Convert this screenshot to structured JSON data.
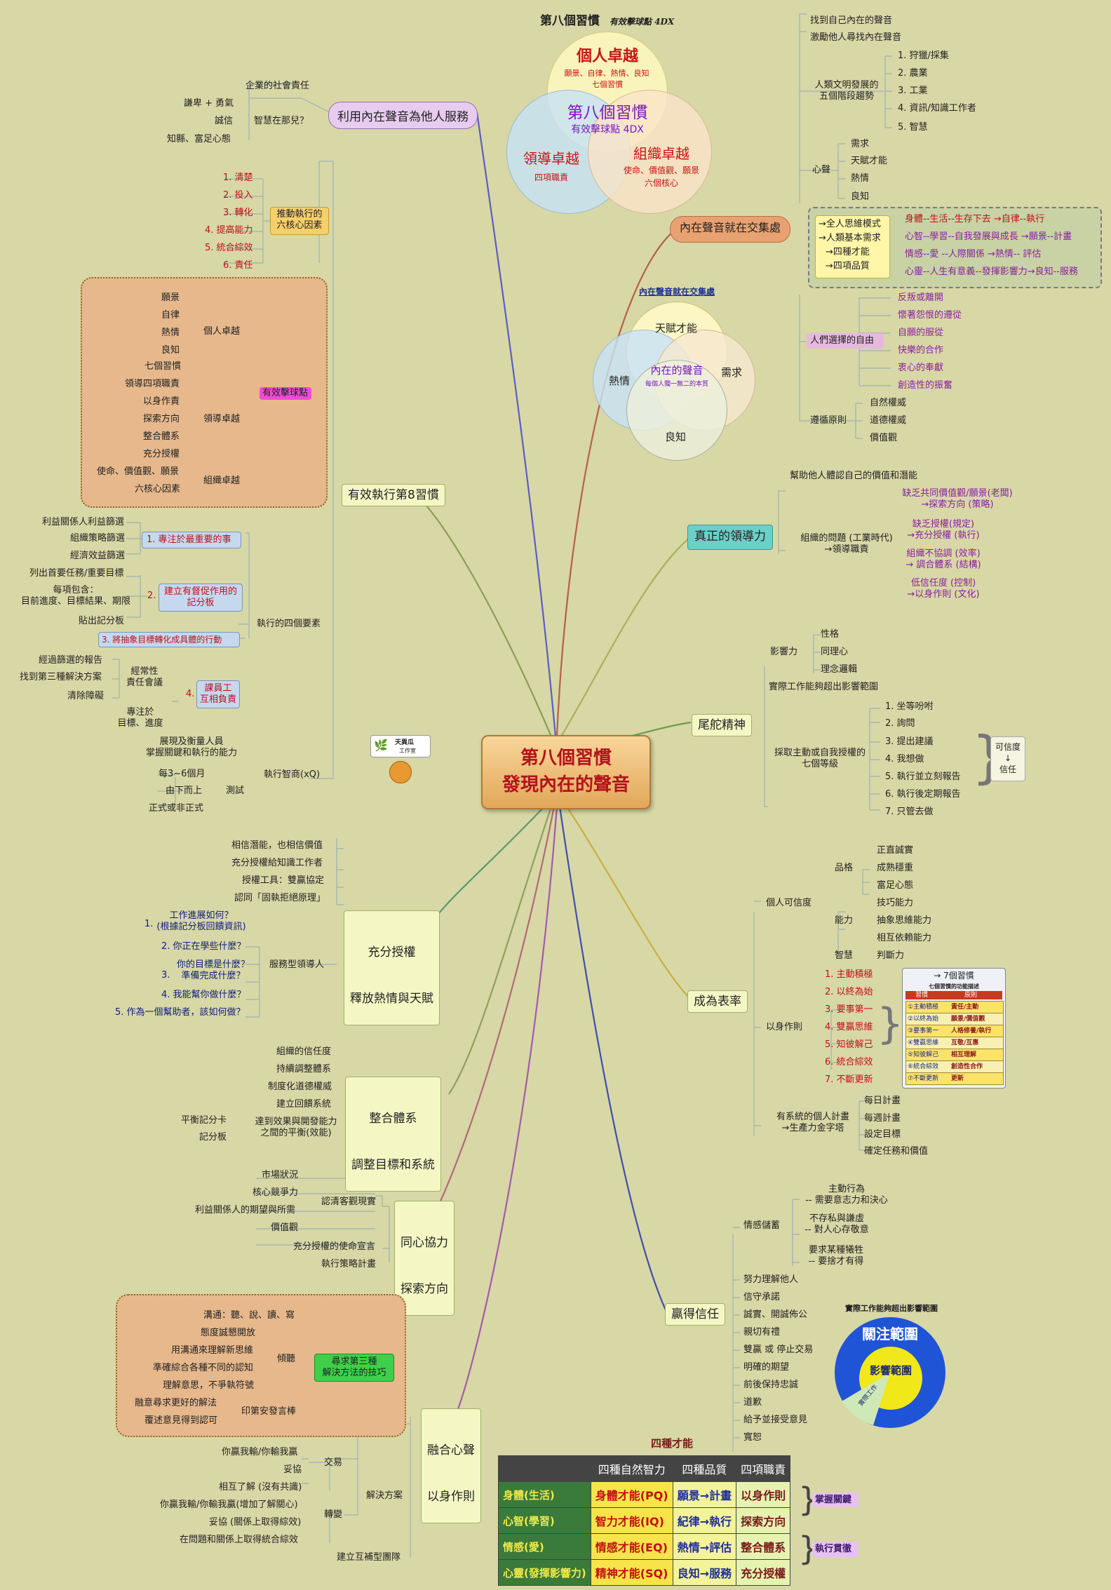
{
  "title": {
    "main": "第八個習慣",
    "sub": "有效擊球點 4DX"
  },
  "center": {
    "line1": "第八個習慣",
    "line2": "發現內在的聲音"
  },
  "logo": {
    "text1": "天異瓜",
    "text2": "工作室"
  },
  "venn_top": {
    "personal": {
      "title": "個人卓越",
      "sub1": "願景、自律、熱情、良知",
      "sub2": "七個習慣"
    },
    "leader": {
      "title": "領導卓越",
      "sub": "四項職責"
    },
    "org": {
      "title": "組織卓越",
      "sub1": "使命、價值觀、願景",
      "sub2": "六個核心"
    },
    "center": {
      "title": "第八個習慣",
      "sub": "有效擊球點 4DX"
    }
  },
  "venn_mid": {
    "title": "內在聲音就在交集處",
    "top": "天賦才能",
    "left": "熱情",
    "right": "需求",
    "bottom": "良知",
    "center1": "內在的聲音",
    "center2": "每個人獨一無二的本質"
  },
  "branches": {
    "serve": "利用內在聲音為他人服務",
    "voice": "內在聲音就在交集處",
    "exec8": "有效執行第8習慣",
    "leader": "真正的領導力",
    "tail": "尾舵精神",
    "delegate1": "充分授權",
    "delegate2": "釋放熱情與天賦",
    "model": "成為表率",
    "integrate1": "整合體系",
    "integrate2": "調整目標和系統",
    "align1": "同心協力",
    "align2": "探索方向",
    "trust": "贏得信任",
    "blend1": "融合心聲",
    "blend2": "以身作則"
  },
  "serve": {
    "social": "企業的社會責任",
    "wisdom": "智慧在那兒？",
    "humble": "謙卑 + 勇氣",
    "honest": "誠信",
    "know": "知縣、富足心態"
  },
  "voice_side": {
    "find": "找到自己內在的聲音",
    "inspire": "激勵他人尋找內在聲音",
    "civ": "人類文明發展的\n五個階段趨勢",
    "civ_items": [
      "1. 狩獵/採集",
      "2. 農業",
      "3. 工業",
      "4. 資訊/知識工作者",
      "5. 智慧"
    ],
    "heart": "心聲",
    "heart_items": [
      "需求",
      "天賦才能",
      "熱情",
      "良知"
    ],
    "model_box": [
      "→全人思維模式",
      "→人類基本需求",
      "→四種才能",
      "→四項品質"
    ],
    "model_lines": [
      "身體--生活--生存下去 →自律--執行",
      "心智--學習--自我發展與成長 →願景--計畫",
      "情感--愛 --人際關係 →熱情-- 評估",
      "心靈--人生有意義--發揮影響力→良知--服務"
    ],
    "choice": "人們選擇的自由",
    "choice_items": [
      "反叛或離開",
      "懷著怨恨的遵從",
      "自願的服從",
      "快樂的合作",
      "衷心的奉獻",
      "創造性的振奮"
    ],
    "principle": "遵循原則",
    "principle_items": [
      "自然權威",
      "道德權威",
      "價值觀"
    ]
  },
  "exec8": {
    "six_title": "推動執行的\n六核心因素",
    "six": [
      "1. 清楚",
      "2. 投入",
      "3. 轉化",
      "4. 提高能力",
      "5. 統合綜效",
      "6. 責任"
    ],
    "sweet": "有效擊球點",
    "personal": "個人卓越",
    "personal_items": [
      "願景",
      "自律",
      "熱情",
      "良知",
      "七個習慣"
    ],
    "leader": "領導卓越",
    "leader_items": [
      "領導四項職責",
      "以身作責",
      "探索方向",
      "整合體系",
      "充分授權"
    ],
    "org": "組織卓越",
    "org_items": [
      "使命、價值觀、願景",
      "六核心因素"
    ],
    "four": "執行的四個要素",
    "f1": "1. 專注於最重要的事",
    "f1_items": [
      "利益關係人利益篩選",
      "組織策略篩選",
      "經濟效益篩選"
    ],
    "f2": "建立有督促作用的\n記分板",
    "f2_num": "2.",
    "f2_items": [
      "列出首要任務/重要目標",
      "每項包含：\n目前進度、目標結果、期限",
      "貼出記分板"
    ],
    "f3": "3. 將抽象目標轉化成具體的行動",
    "f4": "課員工\n互相負責",
    "f4_num": "4.",
    "f4_meet": "經常性\n責任會議",
    "f4_items": [
      "經過篩選的報告",
      "找到第三種解決方案",
      "清除障礙"
    ],
    "f4_focus": "專注於\n目標、進度",
    "xq": "執行智商(xQ)",
    "xq_items": [
      "展現及衡量人員\n掌握關鍵和執行的能力",
      "每3~6個月",
      "由下而上",
      "正式或非正式"
    ],
    "xq_test": "測試"
  },
  "leader": {
    "help": "幫助他人體認自己的價值和潛能",
    "org_q": "組織的問題 (工業時代)\n→領導職責",
    "items": [
      "缺乏共同價值觀/願景(老闆)\n→探索方向 (策略)",
      "缺乏授權(規定)\n→充分授權 (執行)",
      "組織不協調 (效率)\n→ 調合體系 (結構)",
      "低信任度 (控制)\n→以身作則 (文化)"
    ]
  },
  "tail": {
    "influence": "影響力",
    "influence_items": [
      "性格",
      "同理心",
      "理念邏輯"
    ],
    "beyond": "實際工作能夠超出影響範圍",
    "initiative": "採取主動或自我授權的\n七個等級",
    "levels": [
      "1. 坐等吩咐",
      "2. 詢問",
      "3. 提出建議",
      "4. 我想做",
      "5. 執行並立刻報告",
      "6. 執行後定期報告",
      "7. 只管去做"
    ],
    "cred": "可信度\n↓\n信任"
  },
  "delegate": {
    "items": [
      "相信潛能，也相信價值",
      "充分授權給知識工作者",
      "授權工具：雙贏協定",
      "認同「固執拒絕原理」"
    ],
    "servant": "服務型領導人",
    "q": [
      "工作進展如何？\n(根據記分板回饋資訊)",
      "2. 你正在學些什麼？",
      "你的目標是什麼？\n準備完成什麼？",
      "4. 我能幫你做什麼？",
      "5. 作為一個幫助者，該如何做？"
    ],
    "q1num": "1.",
    "q3num": "3."
  },
  "model": {
    "personal_cred": "個人可信度",
    "character": "品格",
    "character_items": [
      "正直誠實",
      "成熟穩重",
      "富足心態"
    ],
    "ability": "能力",
    "ability_items": [
      "技巧能力",
      "抽象思維能力",
      "相互依賴能力"
    ],
    "wisdom": "智慧",
    "wisdom_item": "判斷力",
    "example": "以身作則",
    "habits": [
      "1. 主動積極",
      "2. 以終為始",
      "3. 要事第一",
      "4. 雙贏思維",
      "5. 知彼解己",
      "6. 統合綜效",
      "7. 不斷更新"
    ],
    "habit_table": {
      "title": "→ 7個習慣",
      "sub": "七個習慣的功能描述",
      "head": [
        "習慣",
        "原則"
      ],
      "rows": [
        [
          "①主動積極",
          "責任/主動"
        ],
        [
          "②以終為始",
          "願景/價值觀"
        ],
        [
          "③要事第一",
          "人格修養/執行"
        ],
        [
          "④雙贏思維",
          "互敬/互惠"
        ],
        [
          "⑤知彼解己",
          "相互理解"
        ],
        [
          "⑥統合綜效",
          "創造性合作"
        ],
        [
          "⑦不斷更新",
          "更新"
        ]
      ]
    },
    "plan": "有系統的個人計畫\n→生產力金字塔",
    "plan_items": [
      "每日計畫",
      "每週計畫",
      "設定目標",
      "確定任務和價值"
    ]
  },
  "integrate": {
    "items": [
      "組織的信任度",
      "持續調整體系",
      "制度化道德權威",
      "建立回饋系統"
    ],
    "balance": "達到效果與開發能力\n之間的平衡(效能)",
    "balance_items": [
      "平衡記分卡",
      "記分板"
    ]
  },
  "align": {
    "reality": "認清客觀現實",
    "reality_items": [
      "市場狀況",
      "核心競爭力",
      "利益關係人的期望與所需",
      "價值觀"
    ],
    "items": [
      "充分授權的使命宣言",
      "執行策略計畫"
    ]
  },
  "trust": {
    "account": "情感儲蓄",
    "account_items": [
      "主動行為\n-- 需要意志力和決心",
      "不存私與謙虛\n-- 對人心存敬意",
      "要求某種犧牲\n-- 要捨才有得"
    ],
    "items": [
      "努力理解他人",
      "信守承諾",
      "誠實、開誠佈公",
      "親切有禮",
      "雙贏 或 停止交易",
      "明確的期望",
      "前後保持忠誠",
      "道歉",
      "給予並接受意見",
      "寬恕"
    ],
    "circle": {
      "caption": "實際工作能夠超出影響範圍",
      "outer": "關注範圍",
      "inner": "影響範圍",
      "slice": "實際工作"
    }
  },
  "blend": {
    "third": "尋求第三種\n解決方法的技巧",
    "listen": "傾聽",
    "listen_items": [
      "溝通：聽、說、讀、寫",
      "態度誠懇開放",
      "用溝通來理解新思維",
      "準確綜合各種不同的認知",
      "理解意思，不爭執符號"
    ],
    "seek": "融意尋求更好的解法",
    "confirm": "覆述意見得到認可",
    "print": "印第安發言棒",
    "solution": "解決方案",
    "trade": "交易",
    "trade_items": [
      "你贏我輸/你輸我贏",
      "妥協"
    ],
    "transform": "轉變",
    "transform_items": [
      "相互了解 (沒有共識)",
      "你贏我輸/你輸我贏(增加了解關心)",
      "妥協 (關係上取得綜效)",
      "在問題和關係上取得統合綜效"
    ],
    "team": "建立互補型團隊"
  },
  "four": {
    "title": "四種才能",
    "head": [
      "",
      "四種自然智力",
      "四種品質",
      "四項職責"
    ],
    "rows": [
      [
        "身體(生活)",
        "身體才能(PQ)",
        "願景→計畫",
        "以身作則"
      ],
      [
        "心智(學習)",
        "智力才能(IQ)",
        "紀律→執行",
        "探索方向"
      ],
      [
        "情感(愛)",
        "情感才能(EQ)",
        "熱情→評估",
        "整合體系"
      ],
      [
        "心靈(發揮影響力)",
        "精神才能(SQ)",
        "良知→服務",
        "充分授權"
      ]
    ],
    "bracket1": "掌握關鍵",
    "bracket2": "執行貫徹"
  },
  "colors": {
    "bg": "#d8d7a6",
    "center": "#e8b06a",
    "accent": "#c0101a"
  }
}
